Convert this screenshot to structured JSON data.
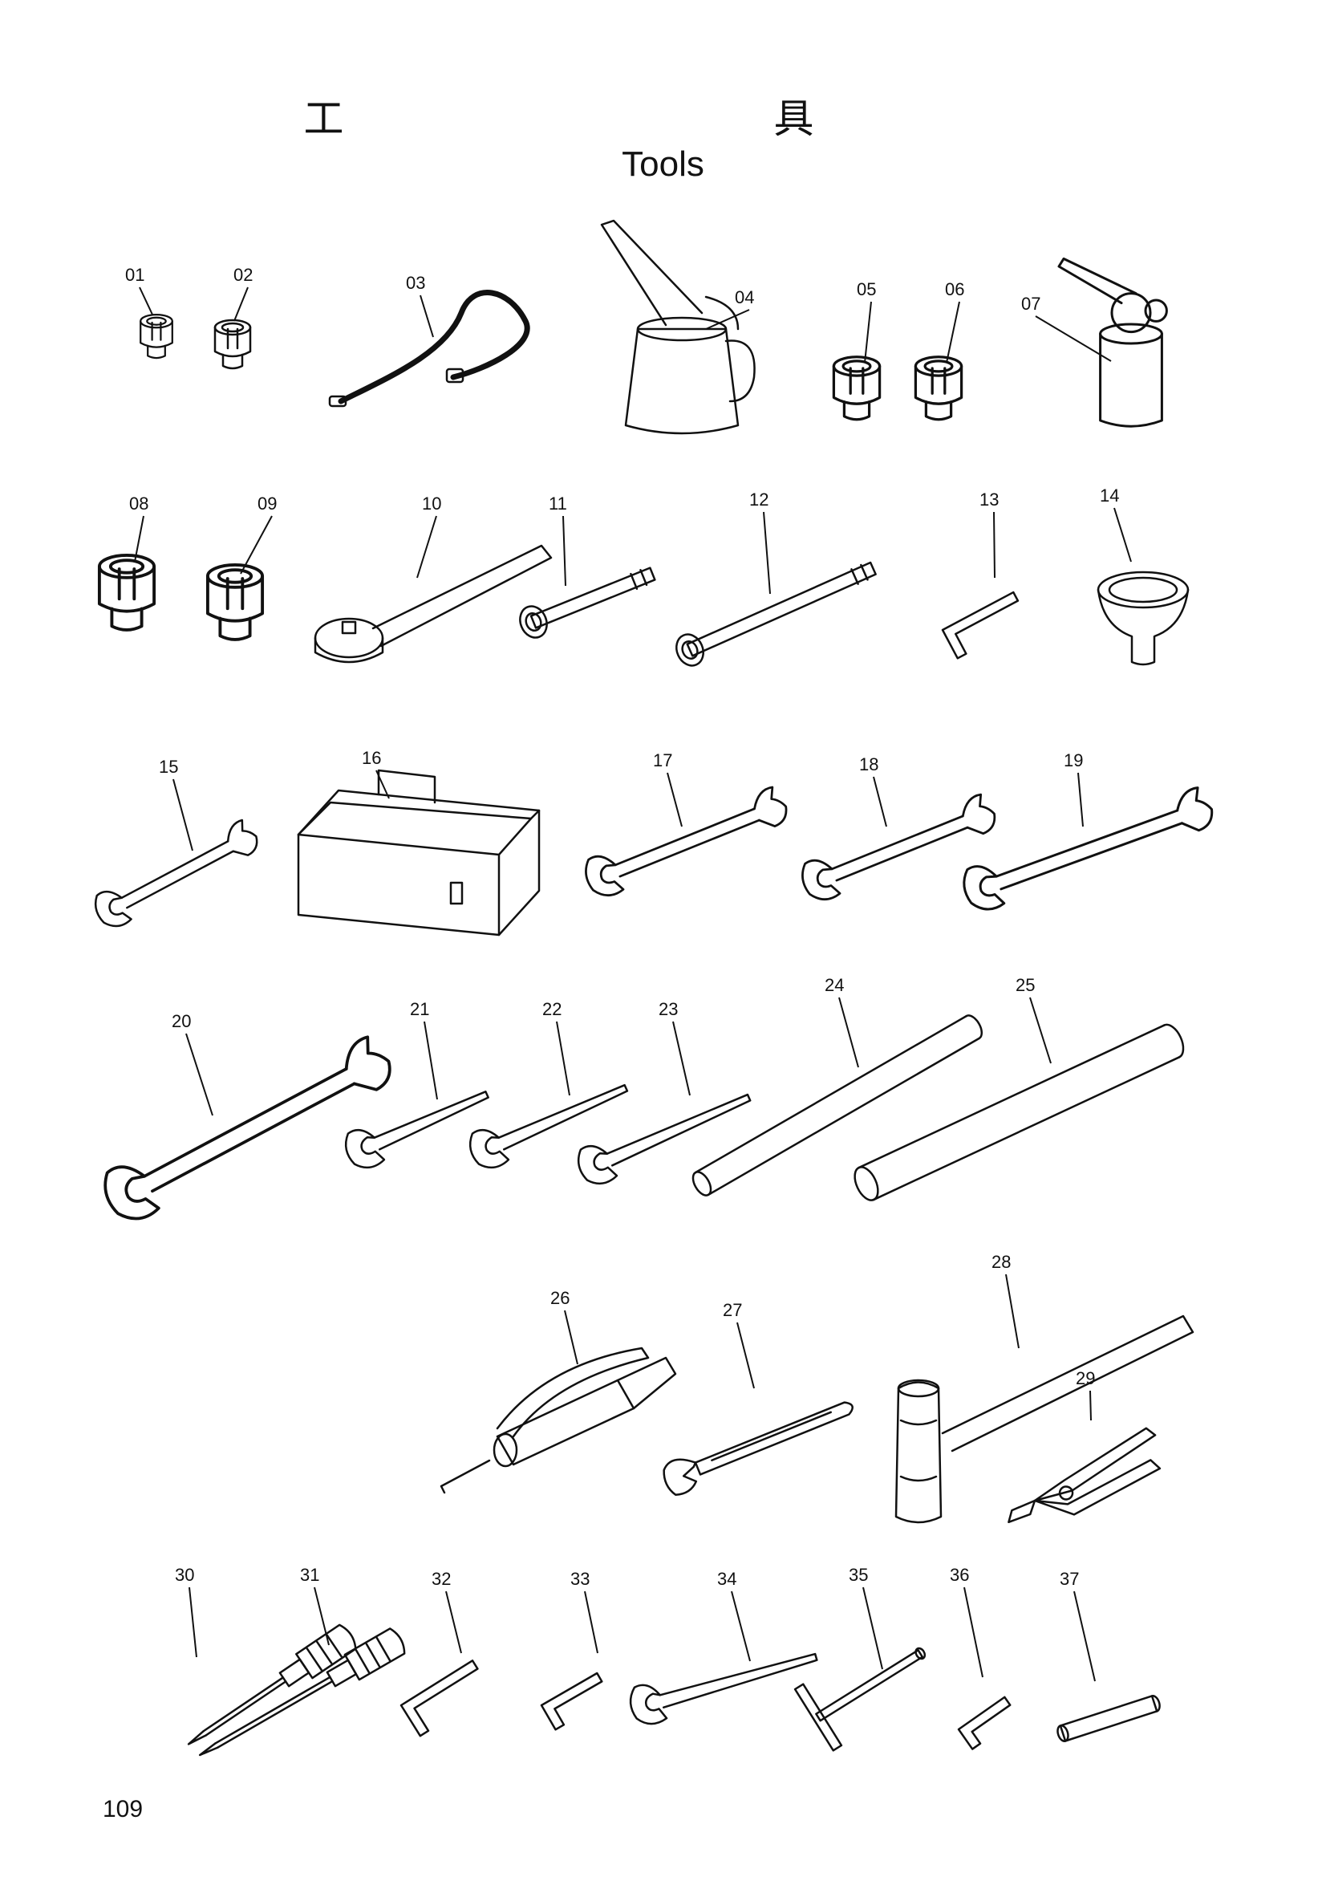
{
  "title_jp": "工 具",
  "title_en": "Tools",
  "page_number": "109",
  "items": [
    {
      "num": "01",
      "tool": "socket"
    },
    {
      "num": "02",
      "tool": "socket"
    },
    {
      "num": "03",
      "tool": "flexible-hose"
    },
    {
      "num": "04",
      "tool": "oil-can"
    },
    {
      "num": "05",
      "tool": "socket"
    },
    {
      "num": "06",
      "tool": "socket"
    },
    {
      "num": "07",
      "tool": "oiler"
    },
    {
      "num": "08",
      "tool": "socket"
    },
    {
      "num": "09",
      "tool": "socket"
    },
    {
      "num": "10",
      "tool": "ratchet-handle"
    },
    {
      "num": "11",
      "tool": "extension-bar"
    },
    {
      "num": "12",
      "tool": "extension-bar"
    },
    {
      "num": "13",
      "tool": "hex-key"
    },
    {
      "num": "14",
      "tool": "funnel"
    },
    {
      "num": "15",
      "tool": "double-open-wrench"
    },
    {
      "num": "16",
      "tool": "tool-box"
    },
    {
      "num": "17",
      "tool": "double-open-wrench"
    },
    {
      "num": "18",
      "tool": "double-open-wrench"
    },
    {
      "num": "19",
      "tool": "double-open-wrench"
    },
    {
      "num": "20",
      "tool": "double-open-wrench"
    },
    {
      "num": "21",
      "tool": "single-open-wrench"
    },
    {
      "num": "22",
      "tool": "single-open-wrench"
    },
    {
      "num": "23",
      "tool": "single-open-wrench"
    },
    {
      "num": "24",
      "tool": "pipe-bar"
    },
    {
      "num": "25",
      "tool": "pipe-bar"
    },
    {
      "num": "26",
      "tool": "grease-gun"
    },
    {
      "num": "27",
      "tool": "adjustable-wrench"
    },
    {
      "num": "28",
      "tool": "hammer"
    },
    {
      "num": "29",
      "tool": "pliers"
    },
    {
      "num": "30",
      "tool": "screwdriver"
    },
    {
      "num": "31",
      "tool": "screwdriver"
    },
    {
      "num": "32",
      "tool": "hex-key"
    },
    {
      "num": "33",
      "tool": "hex-key"
    },
    {
      "num": "34",
      "tool": "single-open-wrench"
    },
    {
      "num": "35",
      "tool": "t-handle"
    },
    {
      "num": "36",
      "tool": "hex-key"
    },
    {
      "num": "37",
      "tool": "pin-bar"
    }
  ]
}
